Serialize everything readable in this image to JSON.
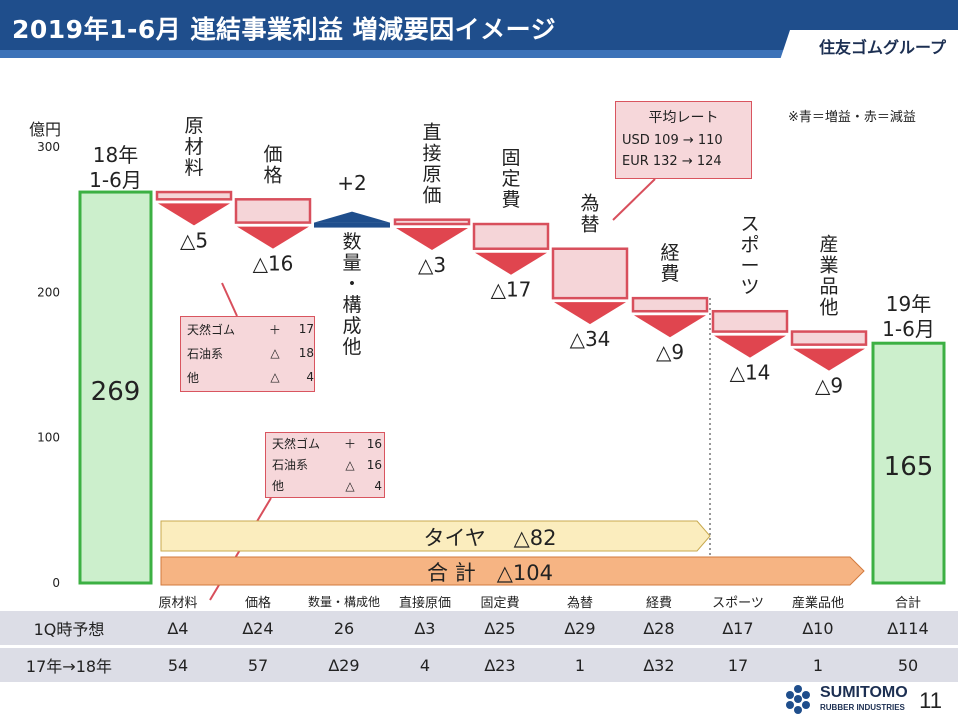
{
  "header": {
    "title": "2019年1-6月 連結事業利益 増減要因イメージ",
    "company": "住友ゴムグループ"
  },
  "note": "※青＝増益・赤＝減益",
  "chart_data": {
    "type": "waterfall",
    "y_unit": "億円",
    "ylim": [
      0,
      300
    ],
    "yticks": [
      "0",
      "100",
      "200",
      "300"
    ],
    "start": {
      "label": "18年\n1-6月",
      "value": 269,
      "display": "269"
    },
    "end": {
      "label": "19年\n1-6月",
      "value": 165,
      "display": "165"
    },
    "steps": [
      {
        "category": "原材料",
        "value": -5,
        "display": "△5",
        "direction": "down"
      },
      {
        "category": "価格",
        "value": -16,
        "display": "△16",
        "direction": "down"
      },
      {
        "category": "数量・構成他",
        "value": 2,
        "display": "+2",
        "direction": "up"
      },
      {
        "category": "直接原価",
        "value": -3,
        "display": "△3",
        "direction": "down"
      },
      {
        "category": "固定費",
        "value": -17,
        "display": "△17",
        "direction": "down"
      },
      {
        "category": "為替",
        "value": -34,
        "display": "△34",
        "direction": "down"
      },
      {
        "category": "経費",
        "value": -9,
        "display": "△9",
        "direction": "down"
      },
      {
        "category": "スポーツ",
        "value": -14,
        "display": "△14",
        "direction": "down"
      },
      {
        "category": "産業品他",
        "value": -9,
        "display": "△9",
        "direction": "down"
      }
    ],
    "bracket_tire": "タイヤ　 △82",
    "bracket_total": "合 計　△104",
    "colors": {
      "increase": "#1f4e8c",
      "decrease": "#e0454f",
      "start_end_fill": "#ccefcc",
      "start_end_border": "#3cb043",
      "box_fill": "#f5d5d8",
      "box_border": "#d84f5c"
    }
  },
  "callouts": {
    "materials_2019": [
      {
        "name": "天然ゴム",
        "sign": "＋",
        "value": "17"
      },
      {
        "name": "石油系",
        "sign": "△",
        "value": "18"
      },
      {
        "name": "他",
        "sign": "△",
        "value": "4"
      }
    ],
    "materials_2018": [
      {
        "name": "天然ゴム",
        "sign": "＋",
        "value": "16"
      },
      {
        "name": "石油系",
        "sign": "△",
        "value": "16"
      },
      {
        "name": "他",
        "sign": "△",
        "value": "4"
      }
    ],
    "fx": {
      "title": "平均レート",
      "usd": "USD 109 → 110",
      "eur": "EUR 132 → 124"
    }
  },
  "table": {
    "headers": [
      "原材料",
      "価格",
      "数量・構成他",
      "直接原価",
      "固定費",
      "為替",
      "経費",
      "スポーツ",
      "産業品他",
      "合計"
    ],
    "rows": [
      {
        "label": "1Q時予想",
        "values": [
          "∆4",
          "∆24",
          "26",
          "∆3",
          "∆25",
          "∆29",
          "∆28",
          "∆17",
          "∆10",
          "∆114"
        ]
      },
      {
        "label": "17年→18年",
        "values": [
          "54",
          "57",
          "∆29",
          "4",
          "∆23",
          "1",
          "∆32",
          "17",
          "1",
          "50"
        ]
      }
    ]
  },
  "footer": {
    "page": "11",
    "logo_name": "SUMITOMO",
    "logo_sub": "RUBBER INDUSTRIES"
  }
}
